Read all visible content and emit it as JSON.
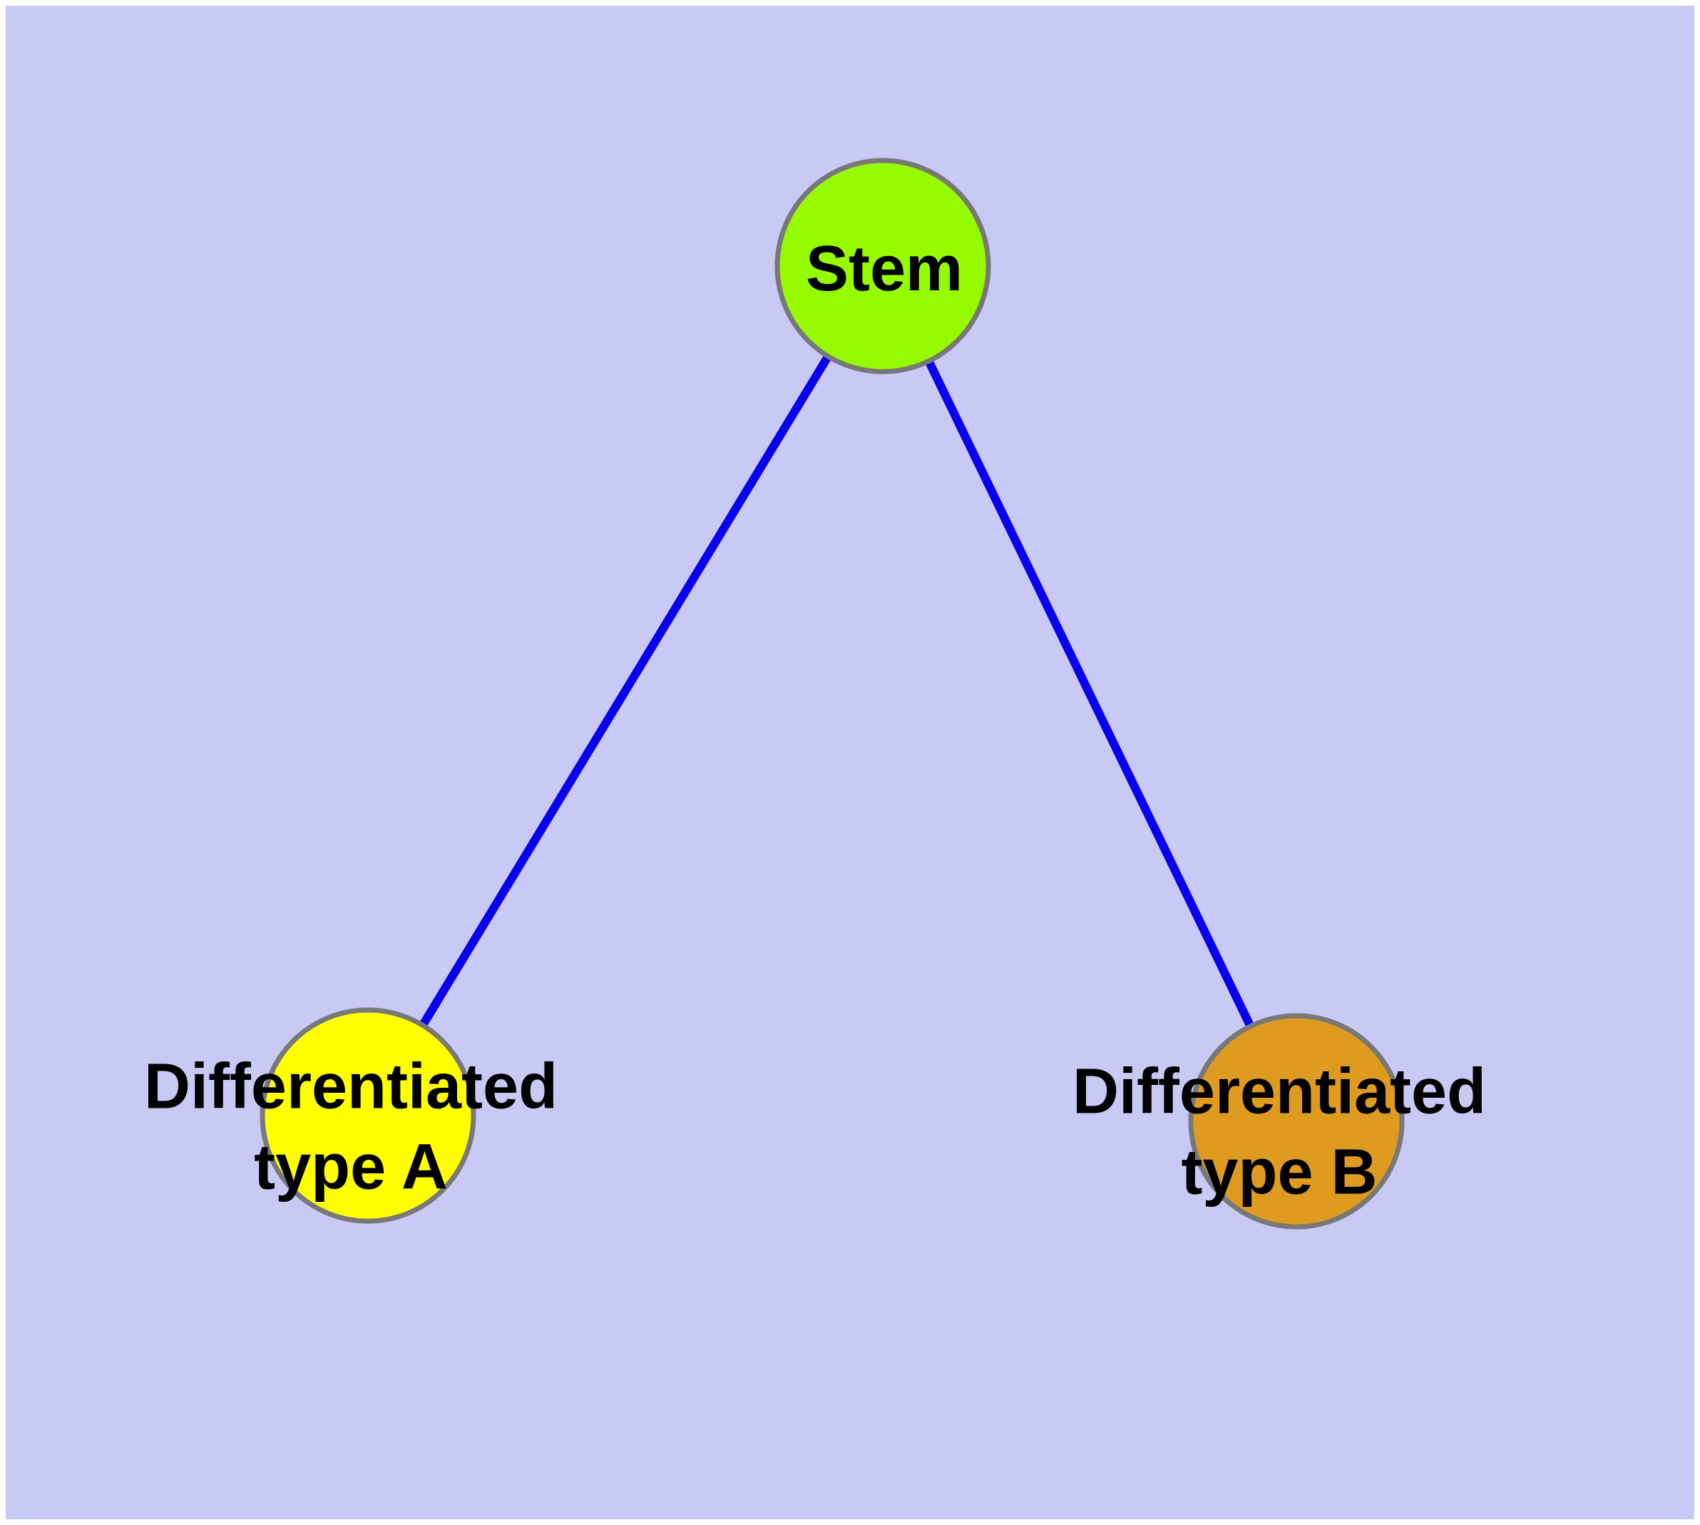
{
  "diagram": {
    "background_color": "#c9c9f6",
    "frame_color": "#ffffff",
    "edge_color": "#0a00f0",
    "node_border_color": "#787878",
    "label_color": "#000000",
    "nodes": [
      {
        "id": "stem",
        "label": "Stem",
        "line1": "Stem",
        "line2": "",
        "fill": "#97fb00"
      },
      {
        "id": "typeA",
        "label": "Differentiated type A",
        "line1": "Differentiated",
        "line2": "type A",
        "fill": "#ffff00"
      },
      {
        "id": "typeB",
        "label": "Differentiated type B",
        "line1": "Differentiated",
        "line2": "type B",
        "fill": "#de9b20"
      }
    ],
    "edges": [
      {
        "from": "Stem",
        "to": "Differentiated type A"
      },
      {
        "from": "Stem",
        "to": "Differentiated type B"
      }
    ]
  }
}
